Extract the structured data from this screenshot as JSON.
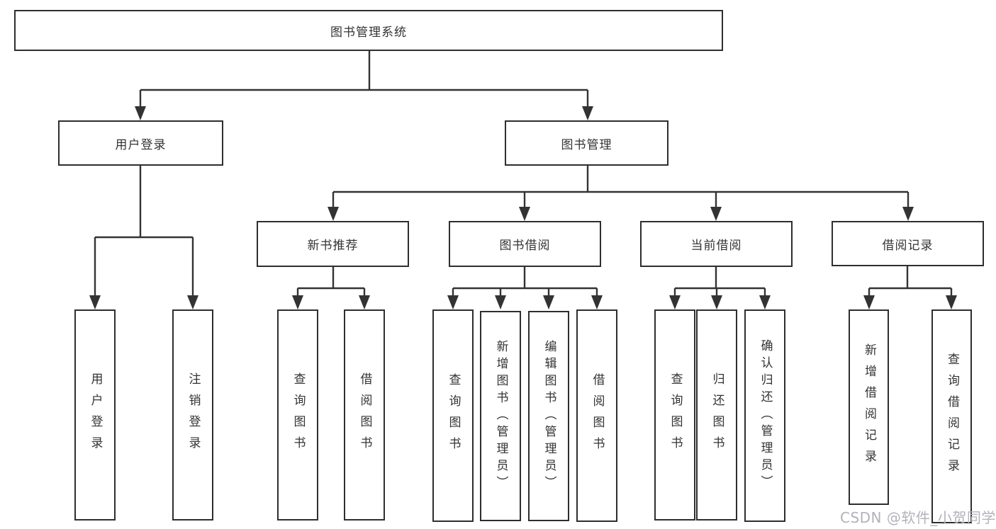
{
  "diagram": {
    "type": "hierarchy-tree",
    "line_color": "#333333",
    "box_border_color": "#2e2e2e",
    "text_color": "#333333",
    "background_color": "#ffffff"
  },
  "tree": {
    "root": {
      "label": "图书管理系统",
      "children": [
        {
          "label": "用户登录",
          "children": [
            {
              "label": "用户登录"
            },
            {
              "label": "注销登录"
            }
          ]
        },
        {
          "label": "图书管理",
          "children": [
            {
              "label": "新书推荐",
              "children": [
                {
                  "label": "查询图书"
                },
                {
                  "label": "借阅图书"
                }
              ]
            },
            {
              "label": "图书借阅",
              "children": [
                {
                  "label": "查询图书"
                },
                {
                  "label": "新增图书（管理员）"
                },
                {
                  "label": "编辑图书（管理员）"
                },
                {
                  "label": "借阅图书"
                }
              ]
            },
            {
              "label": "当前借阅",
              "children": [
                {
                  "label": "查询图书"
                },
                {
                  "label": "归还图书"
                },
                {
                  "label": "确认归还（管理员）"
                }
              ]
            },
            {
              "label": "借阅记录",
              "children": [
                {
                  "label": "新增借阅记录"
                },
                {
                  "label": "查询借阅记录"
                }
              ]
            }
          ]
        }
      ]
    }
  },
  "watermark": {
    "text": "CSDN @软件_小贺同学",
    "color": "#b2b2ba"
  }
}
